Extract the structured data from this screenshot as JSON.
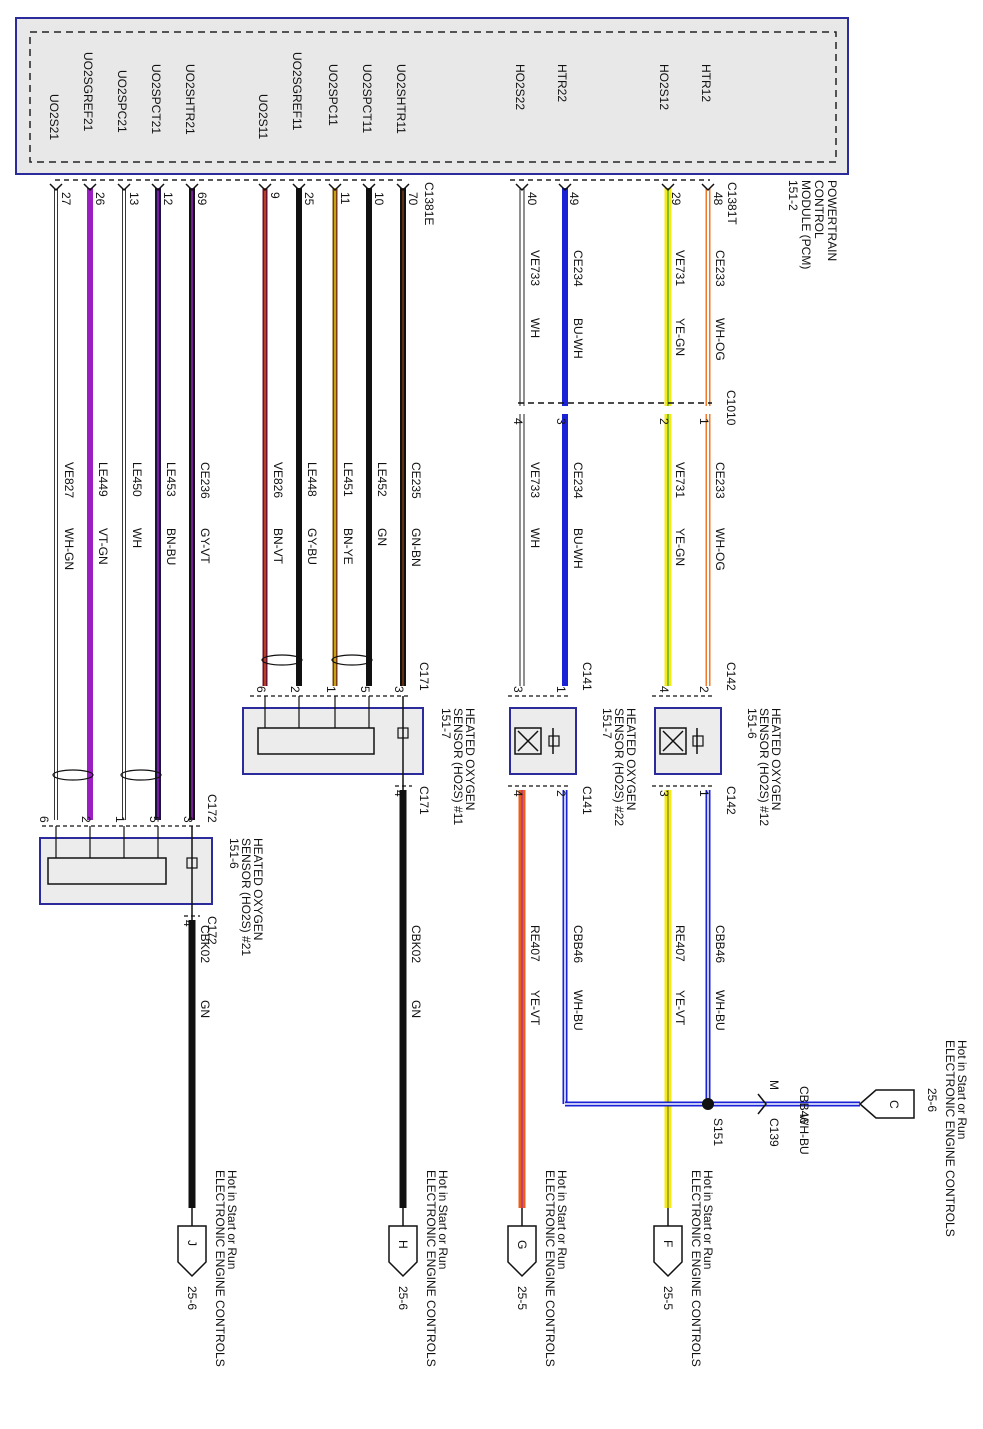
{
  "colors": {
    "BK": "#111111",
    "WH": "#ffffff",
    "VT": "#9b1fc0",
    "BU": "#1a22d6",
    "YE": "#f4ea16",
    "GN": "#3a9d3a",
    "OG": "#f07a2a",
    "BN": "#7a3b12",
    "GY": "#9a9a9a",
    "RE": "#e8601c",
    "PCM": "#e6e6e6",
    "frame": "#2b2b9c"
  },
  "pcm": {
    "title_lines": [
      "POWERTRAIN",
      "CONTROL",
      "MODULE (PCM)",
      "151-2"
    ],
    "connector_1": "C1381T",
    "connector_2": "C1381E",
    "pins": [
      {
        "label": "HTR12",
        "pin": "48",
        "connector": "C1381T"
      },
      {
        "label": "HO2S12",
        "pin": "29",
        "connector": "C1381T"
      },
      {
        "label": "HTR22",
        "pin": "49",
        "connector": "C1381T"
      },
      {
        "label": "HO2S22",
        "pin": "40",
        "connector": "C1381T"
      },
      {
        "label": "UO2SHTR11",
        "pin": "70",
        "connector": "C1381E"
      },
      {
        "label": "UO2SPCT11",
        "pin": "10",
        "connector": "C1381E"
      },
      {
        "label": "UO2SPC11",
        "pin": "11",
        "connector": "C1381E"
      },
      {
        "label": "UO2SGREF11",
        "pin": "25",
        "connector": "C1381E"
      },
      {
        "label": "UO2S11",
        "pin": "9",
        "connector": "C1381E"
      },
      {
        "label": "UO2SHTR21",
        "pin": "69",
        "connector": "C1381E"
      },
      {
        "label": "UO2SPCT21",
        "pin": "12",
        "connector": "C1381E"
      },
      {
        "label": "UO2SPC21",
        "pin": "13",
        "connector": "C1381E"
      },
      {
        "label": "UO2SGREF21",
        "pin": "26",
        "connector": "C1381E"
      },
      {
        "label": "UO2S21",
        "pin": "27",
        "connector": "C1381E"
      }
    ]
  },
  "wires": [
    {
      "circuit": "CE233",
      "color_code": "WH-OG",
      "base": "WH",
      "stripe": "OG"
    },
    {
      "circuit": "VE731",
      "color_code": "YE-GN",
      "base": "YE",
      "stripe": "GN"
    },
    {
      "circuit": "CE234",
      "color_code": "BU-WH",
      "base": "BU",
      "stripe": "WH"
    },
    {
      "circuit": "VE733",
      "color_code": "WH",
      "base": "WH",
      "stripe": ""
    },
    {
      "circuit": "CE235",
      "color_code": "GN-BN",
      "base": "BK",
      "stripe": "BN"
    },
    {
      "circuit": "LE452",
      "color_code": "GN",
      "base": "BK",
      "stripe": ""
    },
    {
      "circuit": "LE451",
      "color_code": "BN-YE",
      "base": "BN",
      "stripe": "YE"
    },
    {
      "circuit": "LE448",
      "color_code": "GY-BU",
      "base": "BK",
      "stripe": ""
    },
    {
      "circuit": "VE826",
      "color_code": "BN-VT",
      "base": "BN",
      "stripe": "RE"
    },
    {
      "circuit": "CE236",
      "color_code": "GY-VT",
      "base": "BK",
      "stripe": "VT"
    },
    {
      "circuit": "LE453",
      "color_code": "BN-BU",
      "base": "BK",
      "stripe": "VT"
    },
    {
      "circuit": "LE450",
      "color_code": "WH",
      "base": "WH",
      "stripe": ""
    },
    {
      "circuit": "LE449",
      "color_code": "VT-GN",
      "base": "VT",
      "stripe": ""
    },
    {
      "circuit": "VE827",
      "color_code": "WH-GN",
      "base": "WH",
      "stripe": ""
    }
  ],
  "inline_connector": {
    "name": "C1010",
    "pins": [
      "1",
      "2",
      "3",
      "4"
    ]
  },
  "sensors": [
    {
      "name_lines": [
        "HEATED OXYGEN",
        "SENSOR (HO2S) #12",
        "151-6"
      ],
      "connector": "C142",
      "top_pins": [
        "2",
        "4"
      ],
      "bottom_pins": [
        "1",
        "3"
      ],
      "heater_circuit": "CBB46",
      "heater_color": "WH-BU",
      "signal_circuit": "RE407",
      "signal_color": "YE-VT"
    },
    {
      "name_lines": [
        "HEATED OXYGEN",
        "SENSOR (HO2S) #22",
        "151-7"
      ],
      "connector": "C141",
      "top_pins": [
        "1",
        "3"
      ],
      "bottom_pins": [
        "2",
        "4"
      ],
      "heater_circuit": "CBB46",
      "heater_color": "WH-BU",
      "signal_circuit": "RE407",
      "signal_color": "YE-VT"
    },
    {
      "name_lines": [
        "HEATED OXYGEN",
        "SENSOR (HO2S) #11",
        "151-7"
      ],
      "connector": "C171",
      "top_pins": [
        "3",
        "5",
        "1",
        "2",
        "6"
      ],
      "bottom_pins": [
        "4"
      ],
      "heater_circuit": "CBK02",
      "heater_color": "GN"
    },
    {
      "name_lines": [
        "HEATED OXYGEN",
        "SENSOR (HO2S) #21",
        "151-6"
      ],
      "connector": "C172",
      "top_pins": [
        "3",
        "5",
        "1",
        "2",
        "6"
      ],
      "bottom_pins": [
        "4"
      ],
      "heater_circuit": "CBK02",
      "heater_color": "GN"
    }
  ],
  "splice": {
    "name": "S151"
  },
  "connector_c139": {
    "name": "C139",
    "pin": "M"
  },
  "feed_c": {
    "letter": "C",
    "ref": "25-6",
    "lines": [
      "Hot in Start or Run",
      "ELECTRONIC ENGINE CONTROLS"
    ],
    "circuit": "CBB46",
    "color": "WH-BU"
  },
  "terminals": [
    {
      "letter": "F",
      "ref": "25-5",
      "lines": [
        "Hot in Start or Run",
        "ELECTRONIC ENGINE CONTROLS"
      ]
    },
    {
      "letter": "G",
      "ref": "25-5",
      "lines": [
        "Hot in Start or Run",
        "ELECTRONIC ENGINE CONTROLS"
      ]
    },
    {
      "letter": "H",
      "ref": "25-6",
      "lines": [
        "Hot in Start or Run",
        "ELECTRONIC ENGINE CONTROLS"
      ]
    },
    {
      "letter": "J",
      "ref": "25-6",
      "lines": [
        "Hot in Start or Run",
        "ELECTRONIC ENGINE CONTROLS"
      ]
    }
  ]
}
